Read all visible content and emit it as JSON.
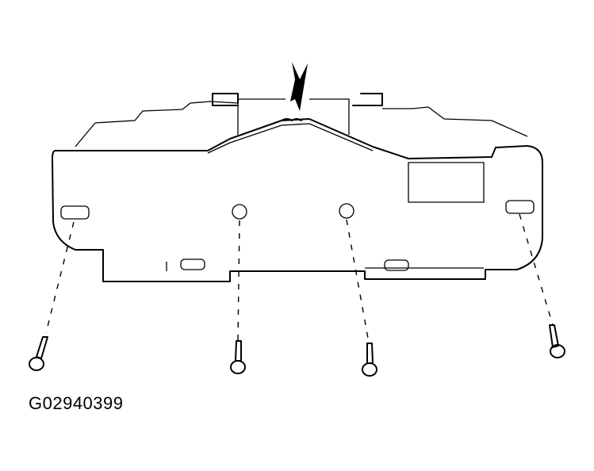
{
  "figure": {
    "id_label": "G02940399",
    "subject": "instrument-cluster-rear-view",
    "callouts": {
      "arrow": "pointing-to-wire-harness-clip",
      "screws_count": 4
    },
    "colors": {
      "line": "#000000",
      "background": "#ffffff"
    }
  }
}
